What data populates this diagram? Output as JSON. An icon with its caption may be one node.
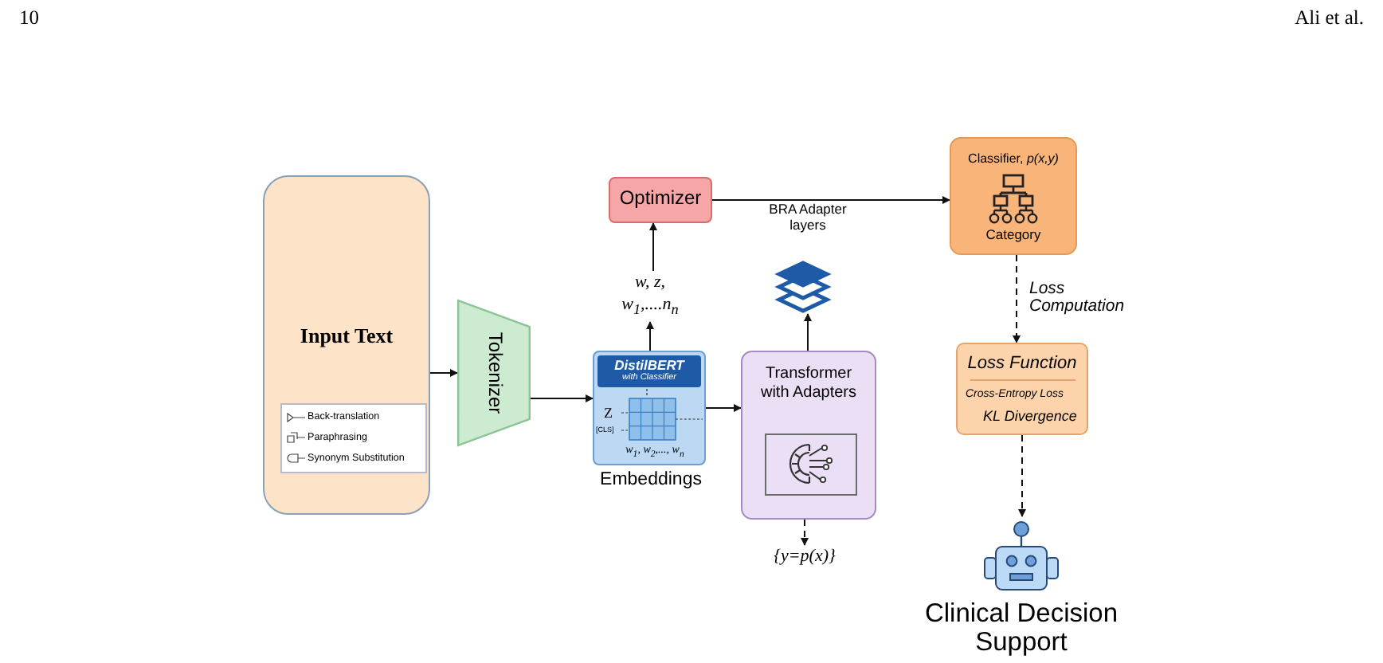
{
  "diagram": {
    "nodes": [
      {
        "text": [
          "Input Text"
        ]
      },
      {
        "text": [
          "Back-translation",
          "Paraphrasing",
          "Synonym Substitution"
        ],
        "in": 0
      },
      {
        "text": [
          "Tokenizer"
        ]
      },
      {
        "text": [
          "DistilBERT",
          "with Classifier",
          "Z",
          "[CLS]",
          "w$_{1}$, w$_{2}$,..., w$_{n}$"
        ],
        "beside": [
          "Embeddings"
        ]
      },
      {
        "text": [
          "w, z, w$_{1}$,....n$_{n}$"
        ]
      },
      {
        "text": [
          "Optimizer"
        ]
      },
      {
        "text": [
          "BRA Adapter layers"
        ]
      },
      {
        "text": [
          "Transformer with Adapters"
        ]
      },
      {
        "text": [
          "{y=p(x)}"
        ]
      },
      {
        "text": [
          "Classifier, *p(x,y)*",
          "Category"
        ]
      },
      {
        "text": [
          "Loss Function",
          "Cross-Entropy Loss",
          "KL Divergence"
        ]
      },
      {
        "text": [
          "Clinical Decision Support"
        ]
      }
    ],
    "edges": [
      {
        "from": 0,
        "to": 2,
        "arrow": "to"
      },
      {
        "from": 2,
        "to": 3,
        "arrow": "to"
      },
      {
        "from": 3,
        "to": 7,
        "arrow": "to"
      },
      {
        "from": 3,
        "to": 4,
        "arrow": "to"
      },
      {
        "from": 4,
        "to": 5,
        "arrow": "to"
      },
      {
        "from": 7,
        "to": 6,
        "arrow": "to"
      },
      {
        "from": 7,
        "to": 8,
        "arrow": "to",
        "style": "dashed"
      },
      {
        "from": 5,
        "to": 9,
        "arrow": "to"
      },
      {
        "from": 9,
        "to": 10,
        "arrow": "to",
        "style": "dashed",
        "label": "Loss Computation"
      },
      {
        "from": 10,
        "to": 11,
        "arrow": "to",
        "style": "dashed"
      }
    ],
    "labels": [
      "10",
      "Ali et al."
    ]
  }
}
